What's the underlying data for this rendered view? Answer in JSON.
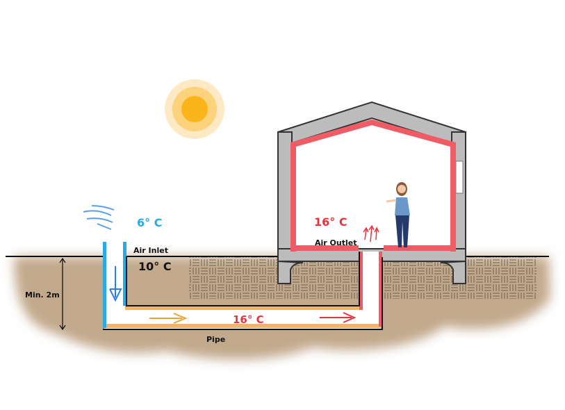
{
  "labels": {
    "outside_temp": "6° C",
    "air_inlet": "Air Inlet",
    "ground_temp": "10° C",
    "depth": "Min. 2m",
    "pipe_temp": "16° C",
    "pipe": "Pipe",
    "indoor_temp": "16° C",
    "air_outlet": "Air Outlet"
  },
  "colors": {
    "cold": "#2aa9e3",
    "warm": "#e8323f",
    "pipe_lining": "#f5b36a",
    "soil": "#c2a98c",
    "concrete": "#b9b9b9",
    "sun": "#fbb41a"
  }
}
